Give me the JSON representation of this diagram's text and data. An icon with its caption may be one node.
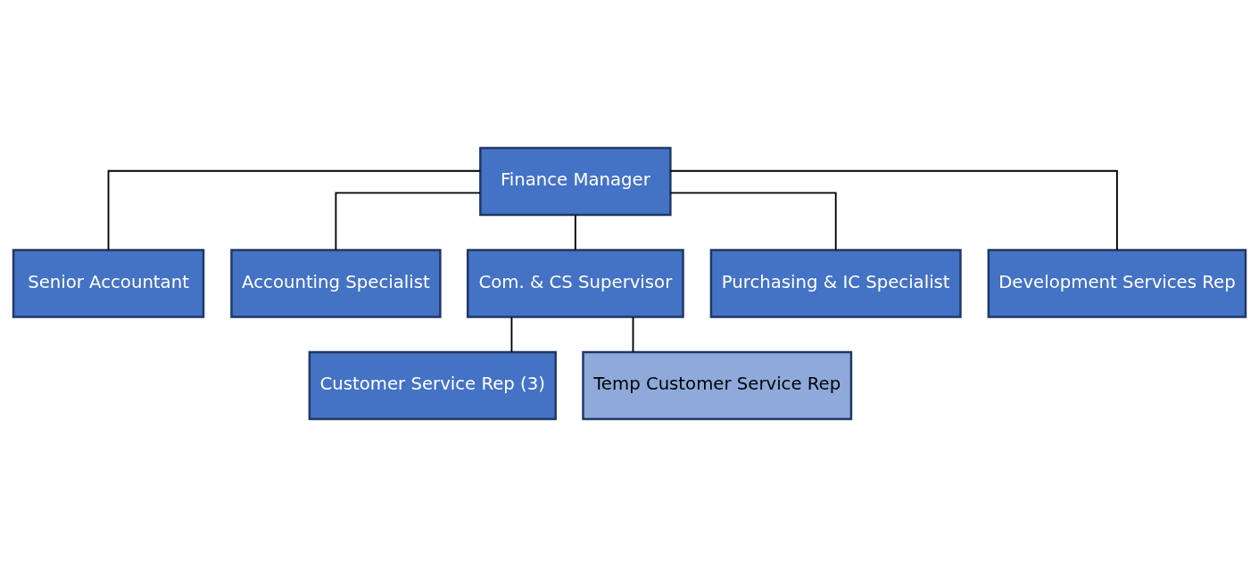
{
  "diagram": {
    "nodes": [
      {
        "text": [
          "Finance Manager"
        ]
      },
      {
        "text": [
          "Senior Accountant"
        ]
      },
      {
        "text": [
          "Accounting Specialist"
        ]
      },
      {
        "text": [
          "Com. & CS Supervisor"
        ]
      },
      {
        "text": [
          "Purchasing & IC Specialist"
        ]
      },
      {
        "text": [
          "Development Services Rep"
        ]
      },
      {
        "text": [
          "Customer Service Rep (3)"
        ]
      },
      {
        "text": [
          "Temp Customer Service Rep"
        ]
      }
    ],
    "edges": [
      {
        "from": 0,
        "to": 1,
        "arrow": "none"
      },
      {
        "from": 0,
        "to": 2,
        "arrow": "none"
      },
      {
        "from": 0,
        "to": 3,
        "arrow": "none"
      },
      {
        "from": 0,
        "to": 4,
        "arrow": "none"
      },
      {
        "from": 0,
        "to": 5,
        "arrow": "none"
      },
      {
        "from": 3,
        "to": 6,
        "arrow": "none"
      },
      {
        "from": 3,
        "to": 7,
        "arrow": "none"
      }
    ]
  }
}
